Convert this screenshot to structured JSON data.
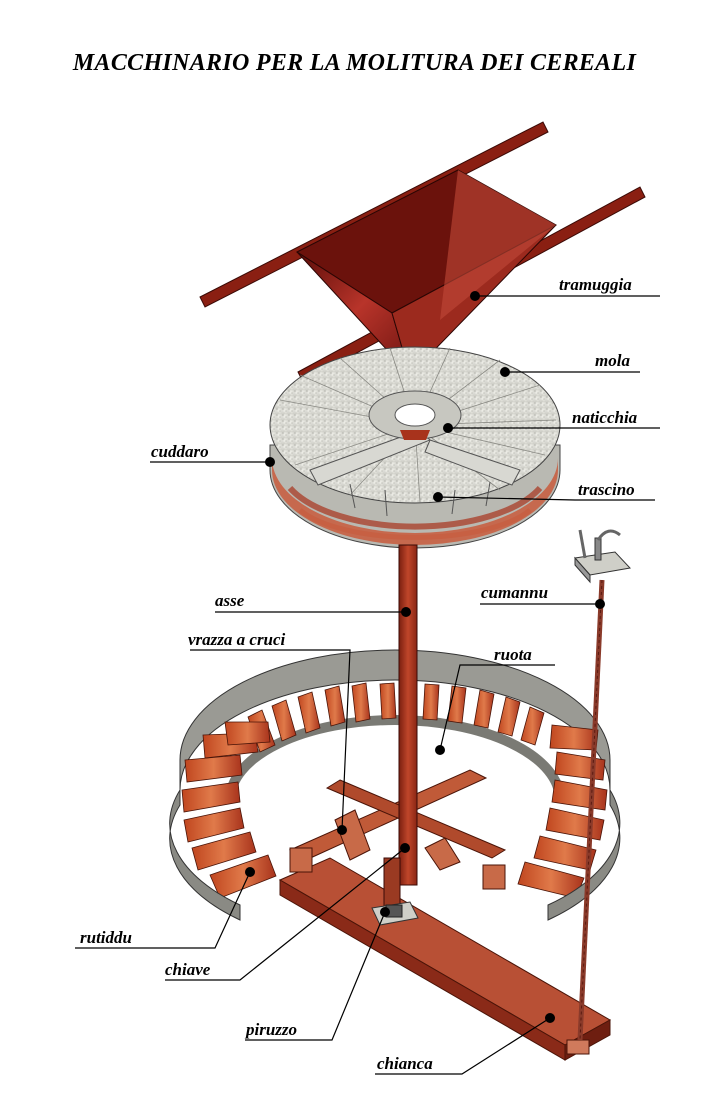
{
  "title": "MACCHINARIO  PER  LA MOLITURA DEI CEREALI",
  "labels": {
    "tramuggia": "tramuggia",
    "mola": "mola",
    "naticchia": "naticchia",
    "cuddaro": "cuddaro",
    "trascino": "trascino",
    "asse": "asse",
    "cumannu": "cumannu",
    "vrazza": "vrazza a cruci",
    "ruota": "ruota",
    "rutiddu": "rutiddu",
    "chiave": "chiave",
    "piruzzo": "piruzzo",
    "chianca": "chianca"
  },
  "colors": {
    "wood_dark": "#7a1f10",
    "wood_mid": "#a8331c",
    "wood_light": "#c85a3c",
    "stone": "#e2e2dc",
    "stone_shadow": "#b9b9b2"
  }
}
